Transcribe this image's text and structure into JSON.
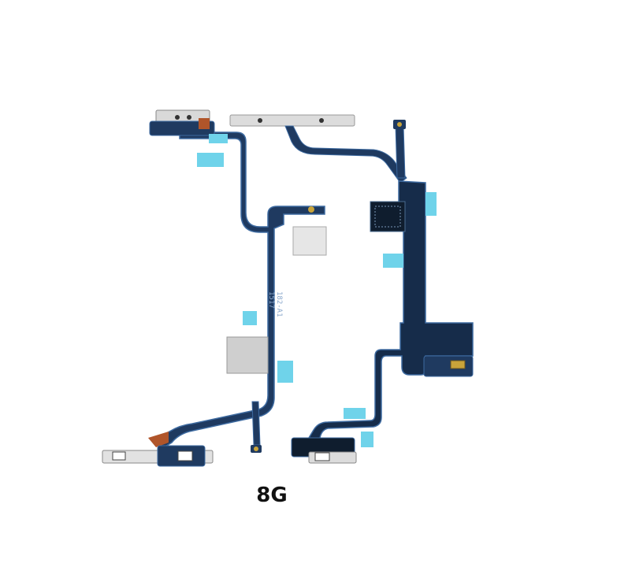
{
  "image": {
    "subject": "flex-cable",
    "caption": "8G",
    "printed_marks": {
      "left_cable_code_1": "182-A1",
      "left_cable_code_2": "1517"
    }
  },
  "colors": {
    "background": "#ffffff",
    "flex_cable": "#1f3a60",
    "flex_cable_dark": "#0f1d2e",
    "flex_edge": "#3d6aa0",
    "tape": "#6fd3ea",
    "metal": "#d9d9d9",
    "copper": "#b0552a",
    "gold": "#c9a43a"
  }
}
